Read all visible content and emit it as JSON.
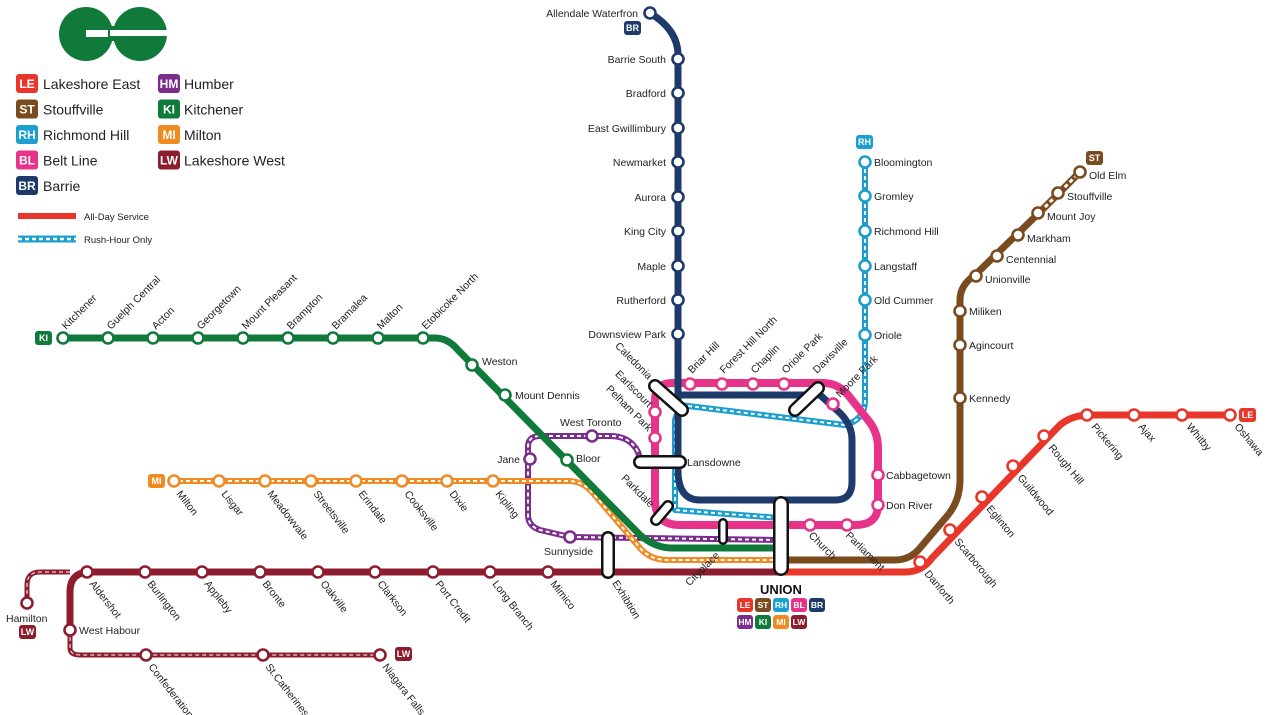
{
  "lines": {
    "LE": {
      "name": "Lakeshore East",
      "code": "LE",
      "color": "#e8372a"
    },
    "ST": {
      "name": "Stouffville",
      "code": "ST",
      "color": "#7a4b1f"
    },
    "RH": {
      "name": "Richmond Hill",
      "code": "RH",
      "color": "#1a9fcf"
    },
    "BL": {
      "name": "Belt Line",
      "code": "BL",
      "color": "#e7338a"
    },
    "BR": {
      "name": "Barrie",
      "code": "BR",
      "color": "#1d3a6b"
    },
    "HM": {
      "name": "Humber",
      "code": "HM",
      "color": "#7b2d8e"
    },
    "KI": {
      "name": "Kitchener",
      "code": "KI",
      "color": "#0f7a3a"
    },
    "MI": {
      "name": "Milton",
      "code": "MI",
      "color": "#ef8b22"
    },
    "LW": {
      "name": "Lakeshore West",
      "code": "LW",
      "color": "#8c1c2e"
    }
  },
  "legend_order_left": [
    "LE",
    "ST",
    "RH",
    "BL",
    "BR"
  ],
  "legend_order_right": [
    "HM",
    "KI",
    "MI",
    "LW"
  ],
  "service_key": {
    "all_day": "All-Day Service",
    "rush_hour": "Rush-Hour Only"
  },
  "union": {
    "name": "UNION",
    "badges_row1": [
      "LE",
      "ST",
      "RH",
      "BL",
      "BR"
    ],
    "badges_row2": [
      "HM",
      "KI",
      "MI",
      "LW"
    ]
  },
  "stations": {
    "barrie": [
      "Allendale Waterfron",
      "Barrie South",
      "Bradford",
      "East Gwillimbury",
      "Newmarket",
      "Aurora",
      "King City",
      "Maple",
      "Rutherford",
      "Downsview Park"
    ],
    "richmond_hill": [
      "Bloomington",
      "Gromley",
      "Richmond Hill",
      "Langstaff",
      "Old Cummer",
      "Oriole"
    ],
    "stouffville": [
      "Old Elm",
      "Stouffville",
      "Mount Joy",
      "Markham",
      "Centennial",
      "Unionville",
      "Miliken",
      "Agincourt",
      "Kennedy"
    ],
    "lakeshore_east": [
      "Oshawa",
      "Whitby",
      "Ajax",
      "Pickering",
      "Rough Hill",
      "Guildwood",
      "Eglinton",
      "Scarborough",
      "Danforth"
    ],
    "kitchener": [
      "Kitchener",
      "Guelph Central",
      "Acton",
      "Georgetown",
      "Mount Pleasant",
      "Brampton",
      "Bramalea",
      "Malton",
      "Etobicoke North",
      "Weston",
      "Mount Dennis",
      "Bloor"
    ],
    "milton": [
      "Milton",
      "Lisgar",
      "Meadowvale",
      "Streetsville",
      "Erindale",
      "Cooksville",
      "Dixie",
      "Kipling"
    ],
    "humber": [
      "West Toronto",
      "Jane",
      "Sunnyside"
    ],
    "lakeshore_west": [
      "Aldershot",
      "Burlington",
      "Appleby",
      "Bronte",
      "Oakville",
      "Clarkson",
      "Port Credit",
      "Long Branch",
      "Mimico",
      "Exhibtion",
      "Hamilton",
      "West Habour",
      "Confederation",
      "St.Catherines",
      "Niagara Falls"
    ],
    "belt_line": [
      "Caledonia",
      "Briar Hill",
      "Forest Hill North",
      "Chaplin",
      "Oriole Park",
      "Davisville",
      "Moore Park",
      "Cabbagetown",
      "Don River",
      "Parliament",
      "Church",
      "Cityplace",
      "Parkdale",
      "Lansdowne",
      "Pelham Park",
      "Earlscourt"
    ]
  }
}
